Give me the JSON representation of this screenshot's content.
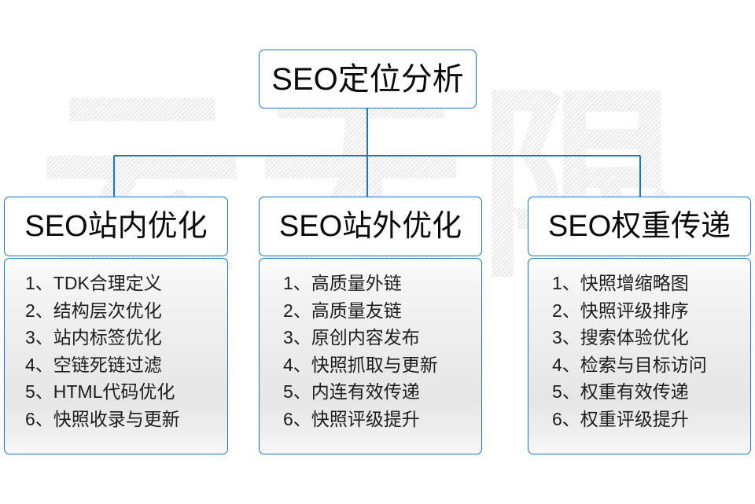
{
  "diagram": {
    "title_root": "SEO定位分析",
    "watermark_text": "云无限",
    "accent_color": "#1a76c8",
    "text_color": "#0c0c0c",
    "body_background": "#ececec",
    "columns": [
      {
        "header": "SEO站内优化",
        "items": [
          "1、TDK合理定义",
          "2、结构层次优化",
          "3、站内标签优化",
          "4、空链死链过滤",
          "5、HTML代码优化",
          "6、快照收录与更新"
        ]
      },
      {
        "header": "SEO站外优化",
        "items": [
          "1、高质量外链",
          "2、高质量友链",
          "3、原创内容发布",
          "4、快照抓取与更新",
          "5、内连有效传递",
          "6、快照评级提升"
        ]
      },
      {
        "header": "SEO权重传递",
        "items": [
          "1、快照增缩略图",
          "2、快照评级排序",
          "3、搜索体验优化",
          "4、检索与目标访问",
          "5、权重有效传递",
          "6、权重评级提升"
        ]
      }
    ]
  }
}
